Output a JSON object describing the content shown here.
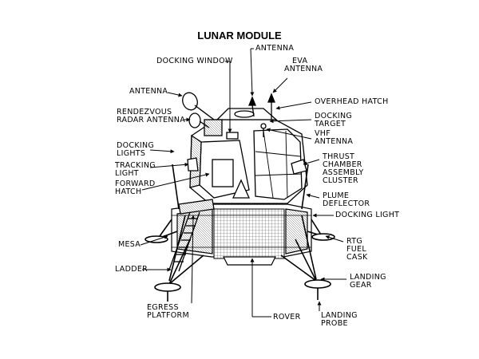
{
  "title": "LUNAR MODULE",
  "labels": {
    "antenna_top": "ANTENNA",
    "docking_window": "DOCKING WINDOW",
    "eva_antenna_1": "EVA",
    "eva_antenna_2": "ANTENNA",
    "antenna_left": "ANTENNA",
    "overhead_hatch": "OVERHEAD HATCH",
    "rendezvous_1": "RENDEZVOUS",
    "rendezvous_2": "RADAR ANTENNA",
    "docking_target_1": "DOCKING",
    "docking_target_2": "TARGET",
    "vhf_1": "VHF",
    "vhf_2": "ANTENNA",
    "docking_lights_1": "DOCKING",
    "docking_lights_2": "LIGHTS",
    "thrust_1": "THRUST",
    "thrust_2": "CHAMBER",
    "thrust_3": "ASSEMBLY",
    "thrust_4": "CLUSTER",
    "tracking_1": "TRACKING",
    "tracking_2": "LIGHT",
    "forward_1": "FORWARD",
    "forward_2": "HATCH",
    "plume_1": "PLUME",
    "plume_2": "DEFLECTOR",
    "docking_light": "DOCKING LIGHT",
    "mesa": "MESA",
    "rtg_1": "RTG",
    "rtg_2": "FUEL",
    "rtg_3": "CASK",
    "ladder": "LADDER",
    "landing_gear_1": "LANDING",
    "landing_gear_2": "GEAR",
    "egress_1": "EGRESS",
    "egress_2": "PLATFORM",
    "rover": "ROVER",
    "landing_probe_1": "LANDING",
    "landing_probe_2": "PROBE"
  }
}
